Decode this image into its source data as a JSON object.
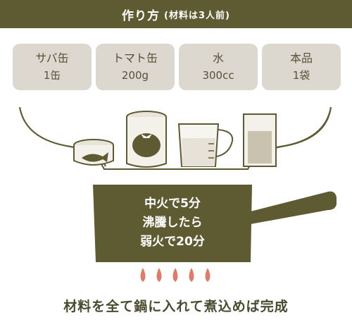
{
  "header": {
    "title": "作り方",
    "note": "(材料は3人前)"
  },
  "ingredients": [
    {
      "name": "サバ缶",
      "amount": "1缶"
    },
    {
      "name": "トマト缶",
      "amount": "200g"
    },
    {
      "name": "水",
      "amount": "300cc"
    },
    {
      "name": "本品",
      "amount": "1袋"
    }
  ],
  "pan": {
    "line1": "中火で5分",
    "line2": "沸騰したら",
    "line3": "弱火で20分"
  },
  "footer": {
    "text": "材料を全て鍋に入れて煮込めば完成"
  },
  "colors": {
    "header_bg": "#5e5a32",
    "pan": "#5e5a32",
    "card_bg": "#dcd8cf",
    "flame": "#e07a6a"
  }
}
